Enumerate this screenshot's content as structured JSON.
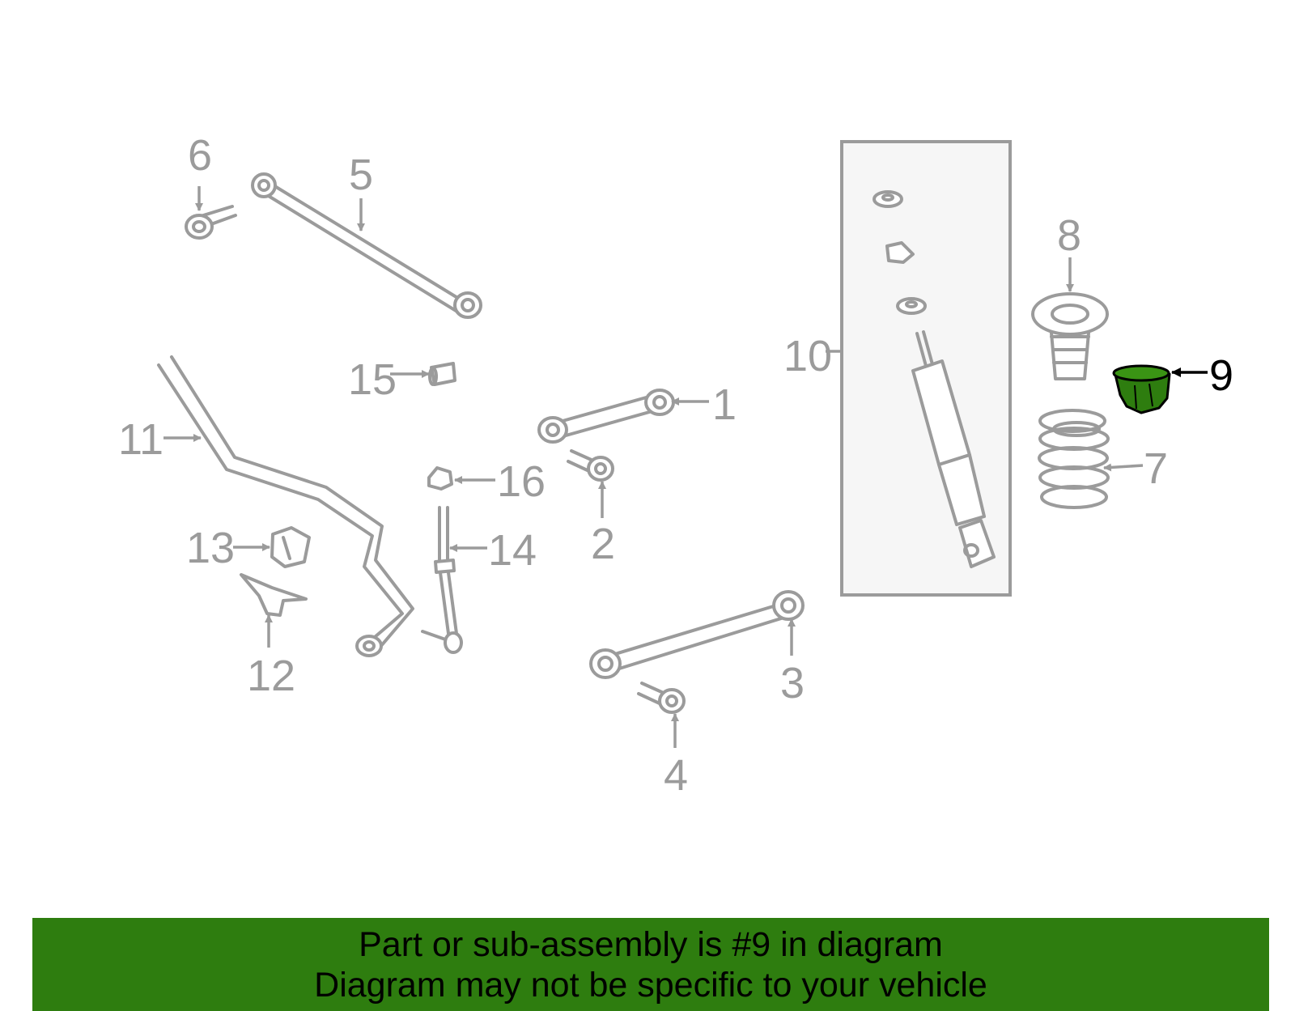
{
  "diagram": {
    "labels": {
      "p1": "1",
      "p2": "2",
      "p3": "3",
      "p4": "4",
      "p5": "5",
      "p6": "6",
      "p7": "7",
      "p8": "8",
      "p9": "9",
      "p10": "10",
      "p11": "11",
      "p12": "12",
      "p13": "13",
      "p14": "14",
      "p15": "15",
      "p16": "16"
    },
    "highlight_color": "#2e7d0f",
    "line_color": "#9b9b9b"
  },
  "banner": {
    "line1": "Part or sub-assembly is #9 in diagram",
    "line2": "Diagram may not be specific to your vehicle",
    "background": "#2e7d0f"
  }
}
